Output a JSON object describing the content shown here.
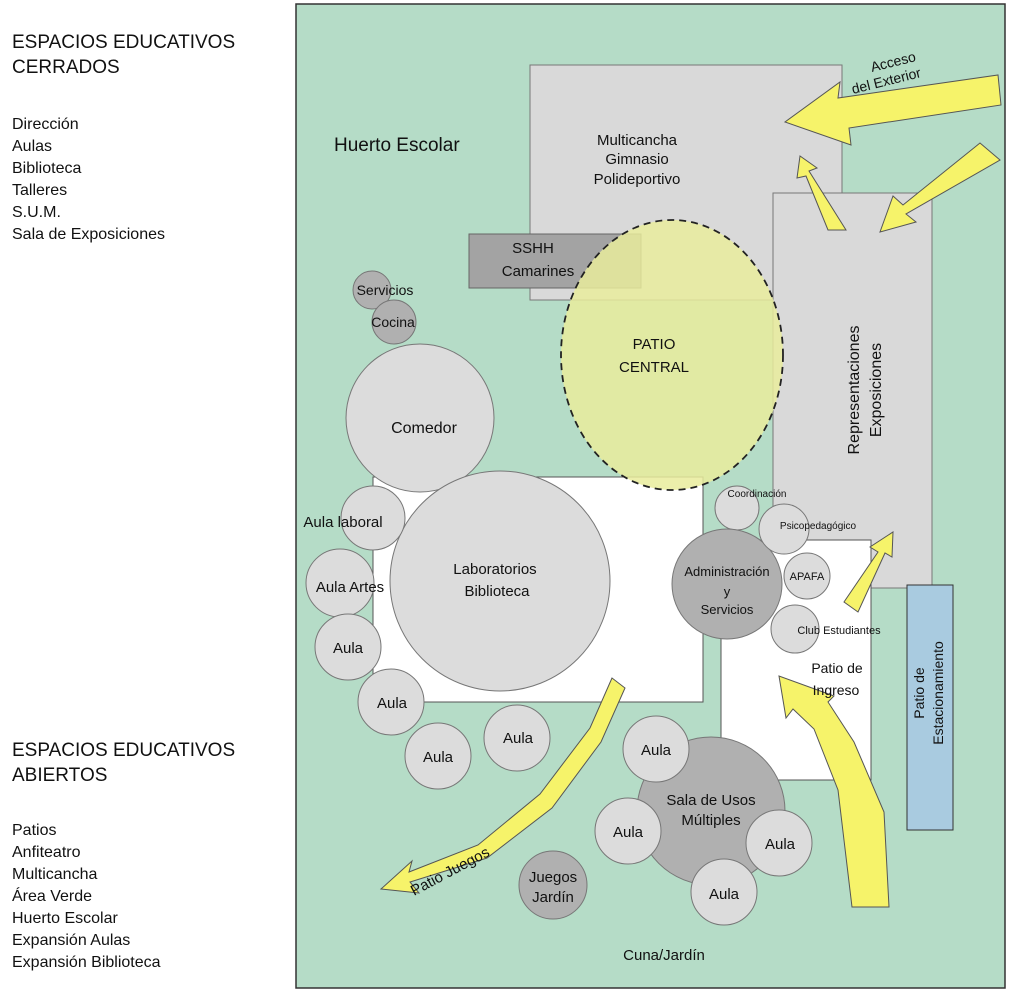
{
  "legend": {
    "closed_title_1": "ESPACIOS EDUCATIVOS",
    "closed_title_2": "CERRADOS",
    "closed_items": [
      "Dirección",
      "Aulas",
      "Biblioteca",
      "Talleres",
      "S.U.M.",
      "Sala de Exposiciones"
    ],
    "open_title_1": "ESPACIOS EDUCATIVOS",
    "open_title_2": "ABIERTOS",
    "open_items": [
      "Patios",
      "Anfiteatro",
      "Multicancha",
      "Área Verde",
      "Huerto Escolar",
      "Expansión Aulas",
      "Expansión Biblioteca"
    ]
  },
  "plan": {
    "huerto": "Huerto Escolar",
    "multicancha": [
      "Multicancha",
      "Gimnasio",
      "Polideportivo"
    ],
    "acceso": [
      "Acceso",
      "del Exterior"
    ],
    "sshh": [
      "SSHH",
      "Camarines"
    ],
    "patio_central": [
      "PATIO",
      "CENTRAL"
    ],
    "representaciones": [
      "Representaciones",
      "Exposiciones"
    ],
    "servicios": "Servicios",
    "cocina": "Cocina",
    "comedor": "Comedor",
    "aula_laboral": "Aula laboral",
    "aula_artes": "Aula Artes",
    "laboratorios": [
      "Laboratorios",
      "Biblioteca"
    ],
    "aula": "Aula",
    "coordinacion": "Coordinación",
    "psicopedagogico": "Psicopedagógico",
    "administracion": [
      "Administración",
      "y",
      "Servicios"
    ],
    "apafa": "APAFA",
    "club": "Club Estudiantes",
    "patio_ingreso": [
      "Patio de",
      "Ingreso"
    ],
    "estacionamiento": [
      "Patio de",
      "Estacionamiento"
    ],
    "sum": [
      "Sala de Usos",
      "Múltiples"
    ],
    "patio_juegos": "Patio Juegos",
    "juegos_jardin": [
      "Juegos",
      "Jardín"
    ],
    "cuna": "Cuna/Jardín"
  },
  "colors": {
    "green_area": "#b5dcc7",
    "gray_block": "#d9d9d9",
    "circle_light": "#dcdcdc",
    "circle_dark": "#b0b0b0",
    "patio_yellow": "#e9ec9c",
    "arrow_yellow": "#f6f36a",
    "blue_parking": "#a9cbe0",
    "sshh": "#a3a3a3"
  }
}
